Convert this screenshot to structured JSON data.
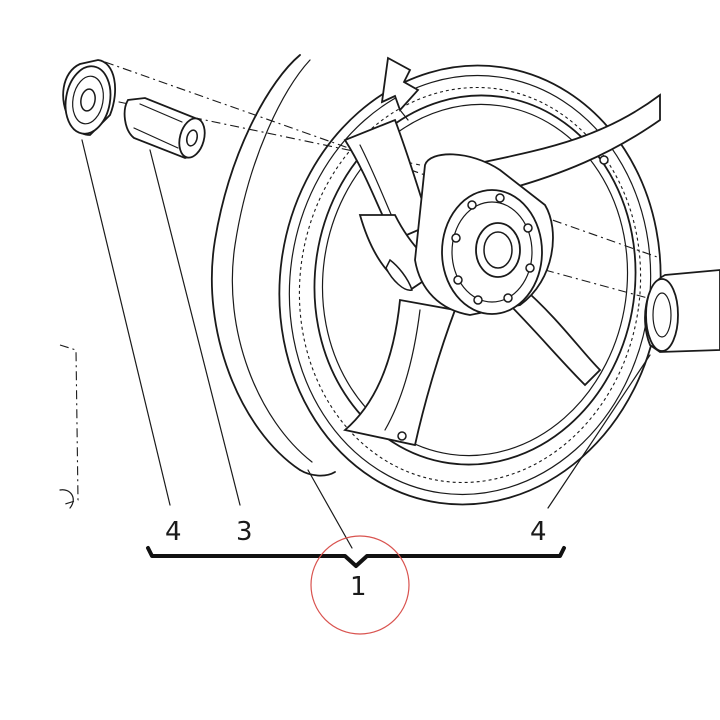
{
  "callouts": {
    "part_4_left": "4",
    "part_3": "3",
    "part_4_right": "4",
    "assembly_1": "1"
  },
  "colors": {
    "line": "#1a1a1a",
    "highlight_circle": "#d9534f"
  }
}
